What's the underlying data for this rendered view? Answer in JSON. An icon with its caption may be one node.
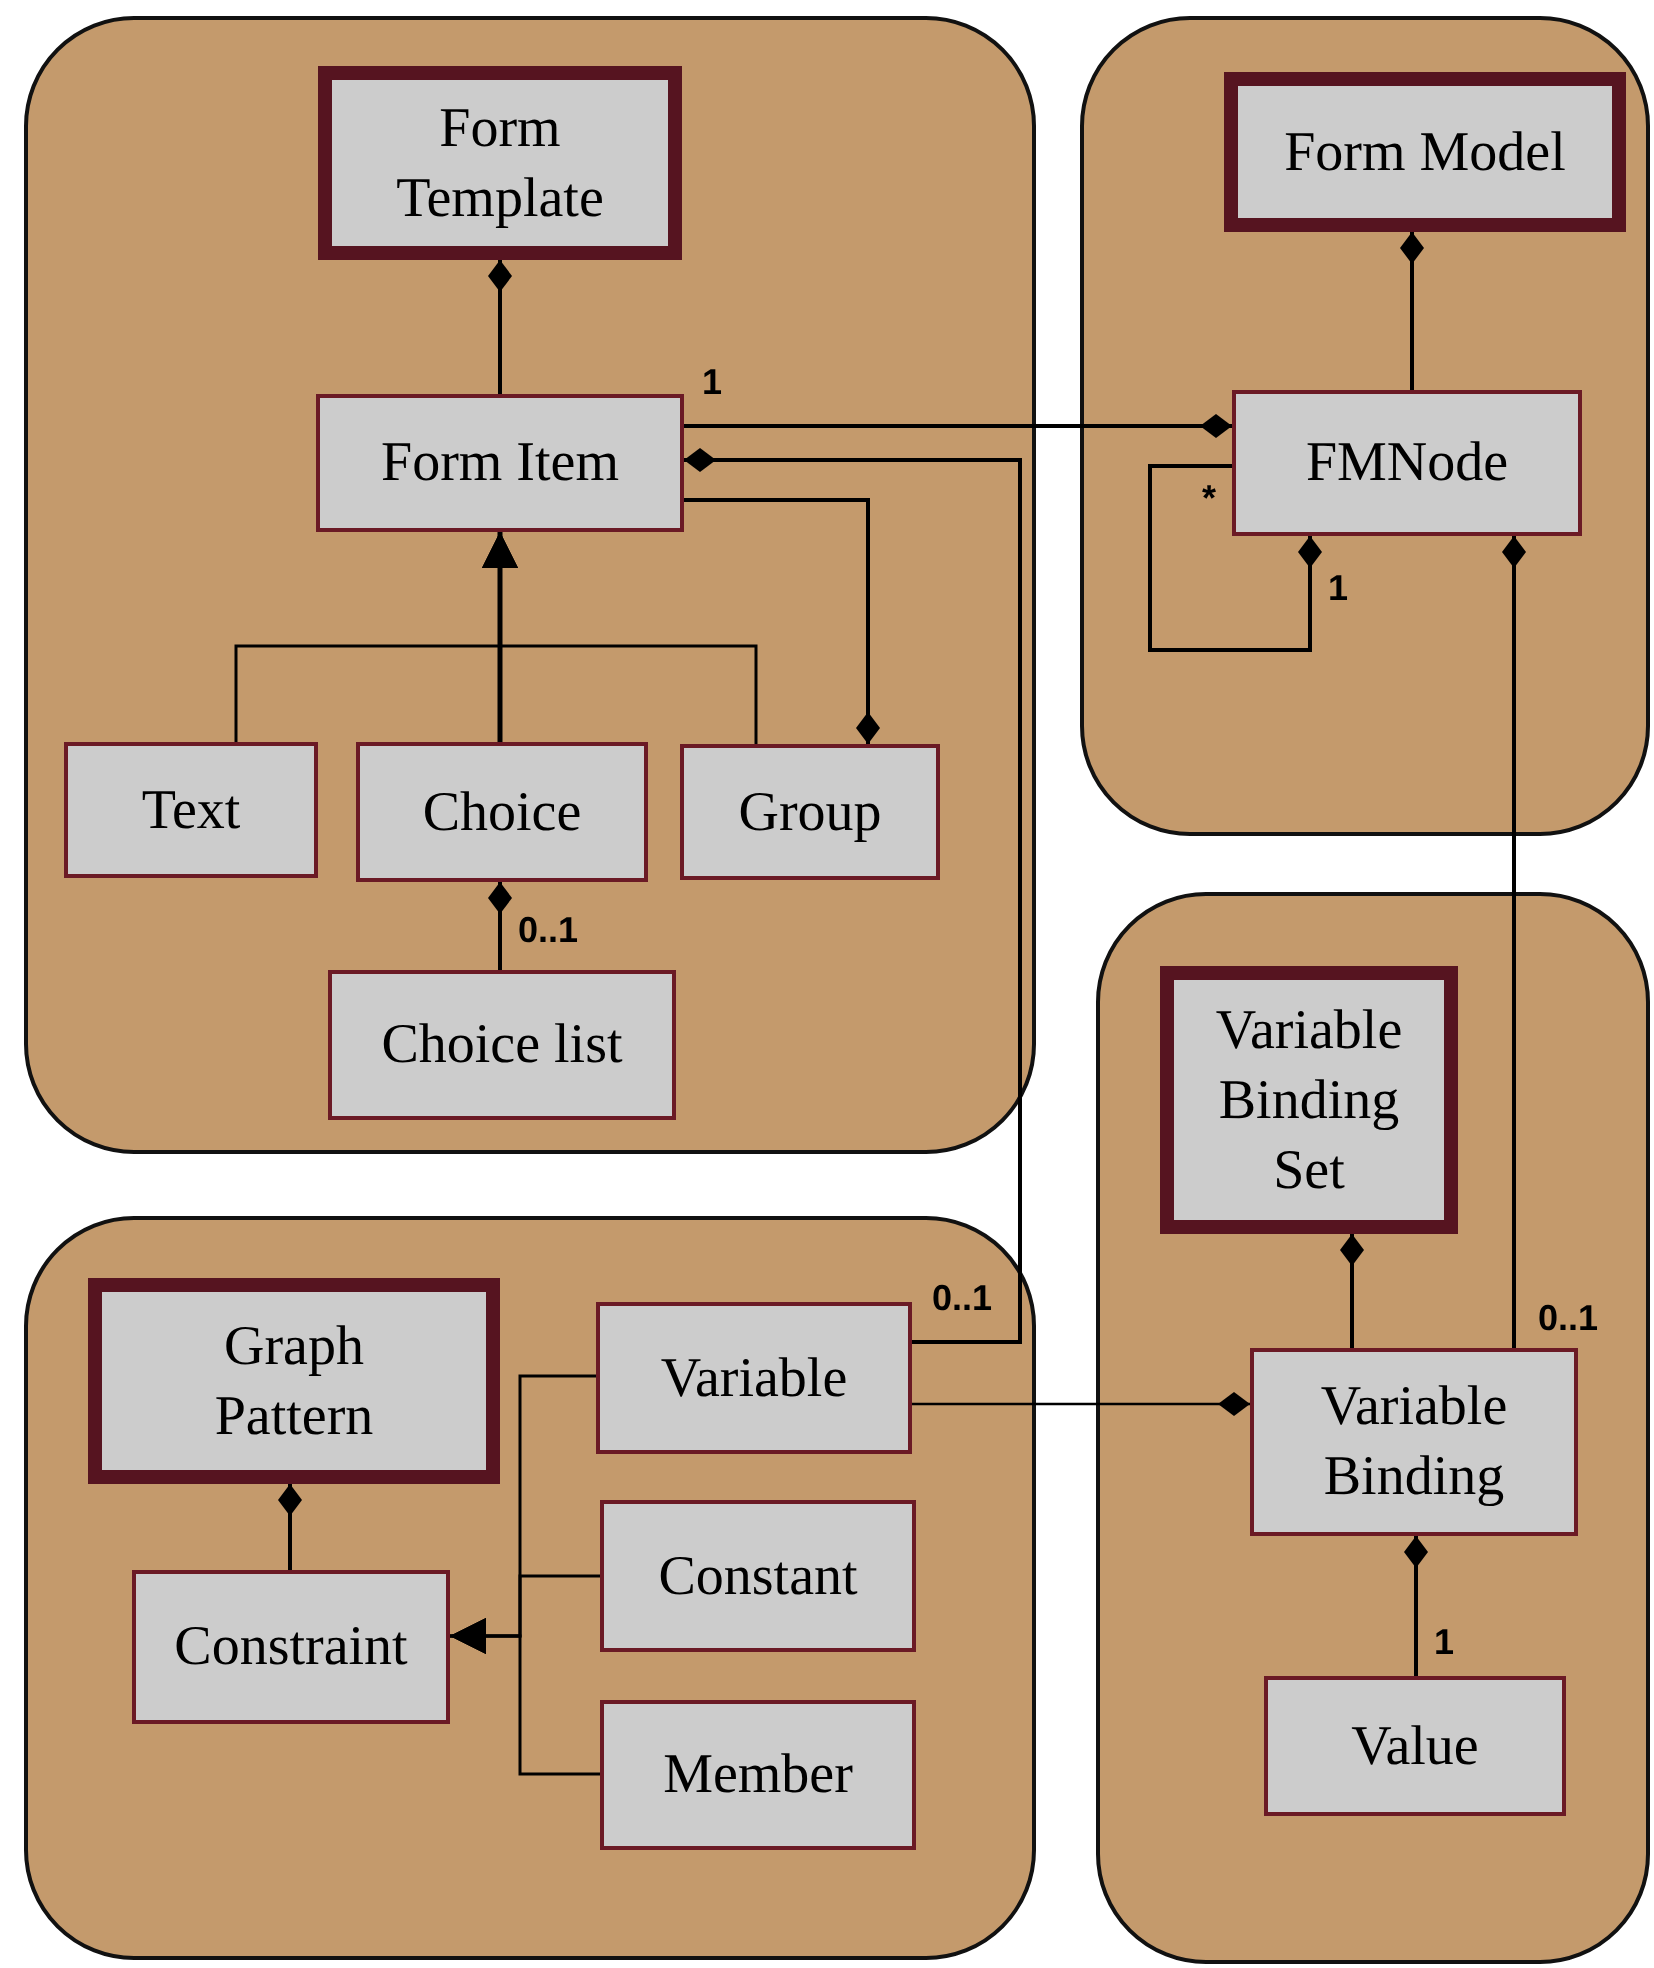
{
  "diagram": {
    "nodes": [
      {
        "text": [],
        "shape": "box"
      },
      {
        "text": [
          "Form Template"
        ],
        "in": 0
      },
      {
        "text": [
          "Form Item"
        ],
        "in": 0
      },
      {
        "text": [
          "Text"
        ],
        "in": 0
      },
      {
        "text": [
          "Choice"
        ],
        "in": 0
      },
      {
        "text": [
          "Group"
        ],
        "in": 0
      },
      {
        "text": [
          "Choice list"
        ],
        "in": 0
      },
      {
        "text": [],
        "shape": "box"
      },
      {
        "text": [
          "Form Model"
        ],
        "in": 7
      },
      {
        "text": [
          "FMNode"
        ],
        "in": 7
      },
      {
        "text": [],
        "shape": "box"
      },
      {
        "text": [
          "Graph Pattern"
        ],
        "in": 10
      },
      {
        "text": [
          "Constraint"
        ],
        "in": 10
      },
      {
        "text": [
          "Variable"
        ],
        "in": 10
      },
      {
        "text": [
          "Constant"
        ],
        "in": 10
      },
      {
        "text": [
          "Member"
        ],
        "in": 10
      },
      {
        "text": [],
        "shape": "box"
      },
      {
        "text": [
          "Variable Binding Set"
        ],
        "in": 16
      },
      {
        "text": [
          "Variable Binding"
        ],
        "in": 16
      },
      {
        "text": [
          "Value"
        ],
        "in": 16
      }
    ],
    "edges": [
      {
        "from": 2,
        "to": 1,
        "arrow": "other"
      },
      {
        "from": 2,
        "to": 9,
        "arrow": "other",
        "label": "1"
      },
      {
        "from": 13,
        "to": 2,
        "arrow": "other",
        "label": "0..1"
      },
      {
        "from": 2,
        "to": 5,
        "arrow": "other"
      },
      {
        "from": 3,
        "to": 2,
        "arrow": "to"
      },
      {
        "from": 4,
        "to": 2,
        "arrow": "to"
      },
      {
        "from": 5,
        "to": 2,
        "arrow": "to"
      },
      {
        "from": 6,
        "to": 4,
        "arrow": "other",
        "label": "0..1"
      },
      {
        "from": 9,
        "to": 8,
        "arrow": "other"
      },
      {
        "from": 9,
        "to": 9,
        "arrow": "other",
        "label": "1"
      },
      {
        "from": 18,
        "to": 9,
        "arrow": "other",
        "label": "0..1"
      },
      {
        "from": 13,
        "to": 18,
        "arrow": "other"
      },
      {
        "from": 18,
        "to": 17,
        "arrow": "other"
      },
      {
        "from": 19,
        "to": 18,
        "arrow": "other",
        "label": "1"
      },
      {
        "from": 13,
        "to": 12,
        "arrow": "to"
      },
      {
        "from": 14,
        "to": 12,
        "arrow": "to"
      },
      {
        "from": 15,
        "to": 12,
        "arrow": "to"
      },
      {
        "from": 12,
        "to": 11,
        "arrow": "other"
      }
    ],
    "labels": [
      "*"
    ]
  }
}
